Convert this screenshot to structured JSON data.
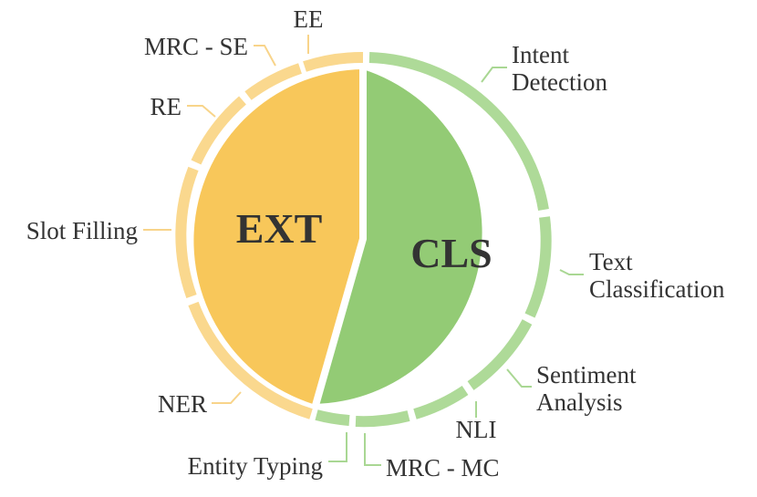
{
  "colors": {
    "ext_inner": "#F8C75A",
    "ext_outer": "#FAD88E",
    "cls_inner": "#93CB75",
    "cls_outer": "#AEDA98",
    "ext_leader": "#F8D48A",
    "cls_leader": "#A9D793",
    "text": "#333333"
  },
  "groups": [
    {
      "key": "ext",
      "label": "EXT",
      "tasks": [
        {
          "key": "ee",
          "label": "EE"
        },
        {
          "key": "mrc-se",
          "label": "MRC - SE"
        },
        {
          "key": "re",
          "label": "RE"
        },
        {
          "key": "slot-filling",
          "label": "Slot Filling"
        },
        {
          "key": "ner",
          "label": "NER"
        }
      ]
    },
    {
      "key": "cls",
      "label": "CLS",
      "tasks": [
        {
          "key": "entity-typing",
          "label": "Entity Typing"
        },
        {
          "key": "mrc-mc",
          "label": "MRC - MC"
        },
        {
          "key": "nli",
          "label": "NLI"
        },
        {
          "key": "sentiment-analysis",
          "label": "Sentiment Analysis",
          "lines": [
            "Sentiment",
            "Analysis"
          ]
        },
        {
          "key": "text-classification",
          "label": "Text Classification",
          "lines": [
            "Text",
            "Classification"
          ]
        },
        {
          "key": "intent-detection",
          "label": "Intent Detection",
          "lines": [
            "Intent",
            "Detection"
          ]
        }
      ]
    }
  ]
}
